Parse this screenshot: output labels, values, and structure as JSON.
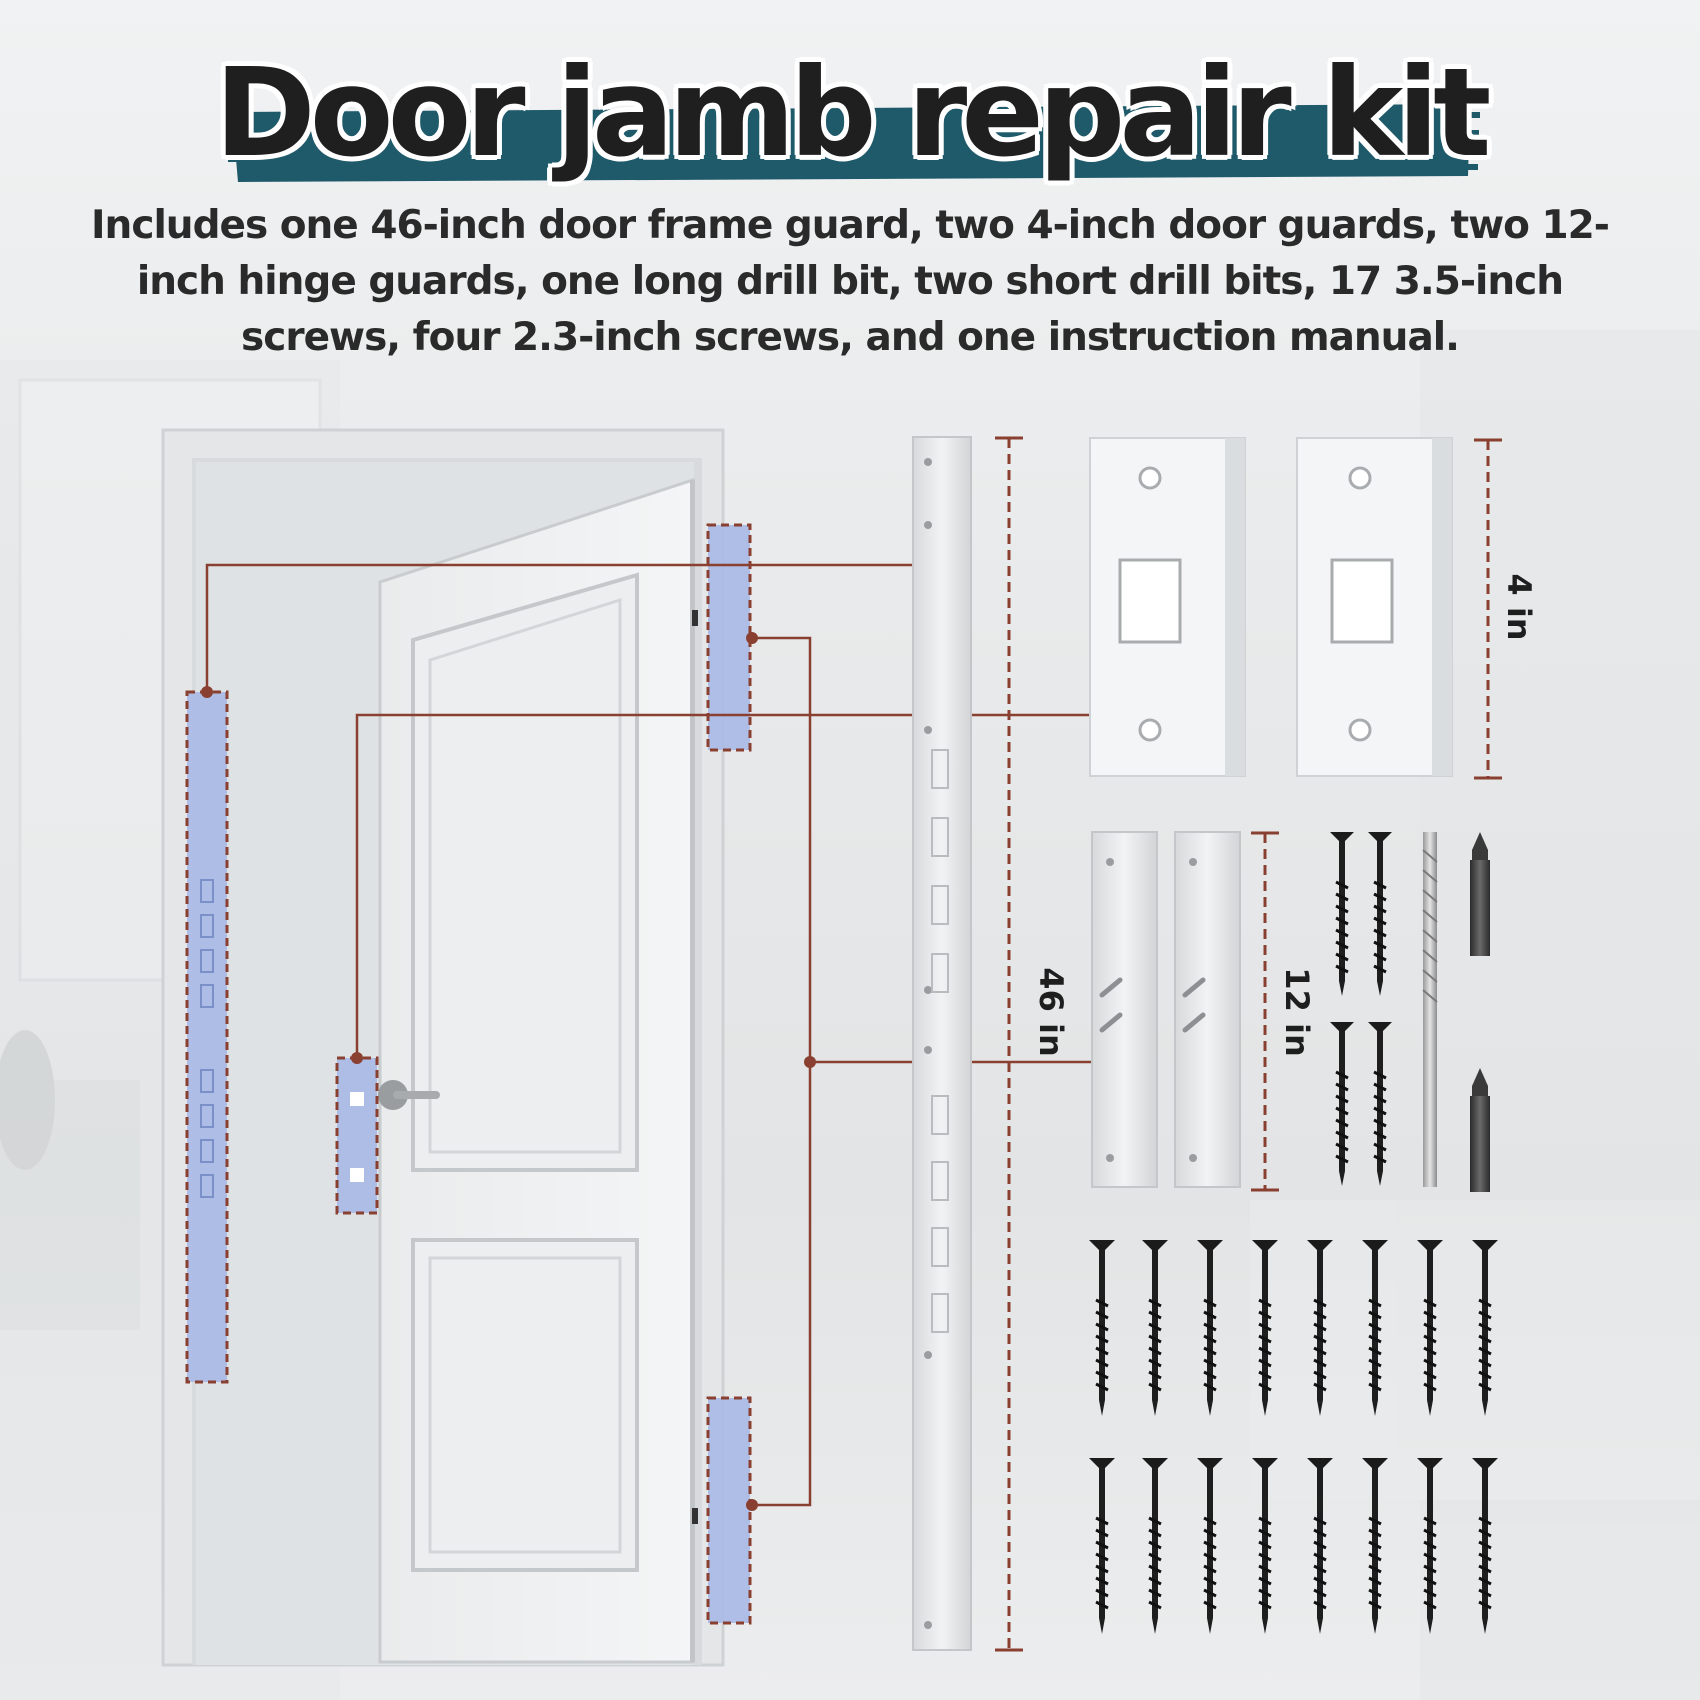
{
  "title": "Door jamb repair kit",
  "description": "Includes one 46-inch door frame guard, two 4-inch door guards, two 12-inch hinge guards, one long drill bit, two short drill bits, 17 3.5-inch screws, four 2.3-inch screws, and one instruction manual.",
  "dimensions": {
    "frame_guard": "46 in",
    "door_guard": "4 in",
    "hinge_guard": "12 in"
  },
  "colors": {
    "accent_brush": "#1f5a6b",
    "callout_line": "#8a4030",
    "guard_highlight": "#a9b9e6"
  }
}
